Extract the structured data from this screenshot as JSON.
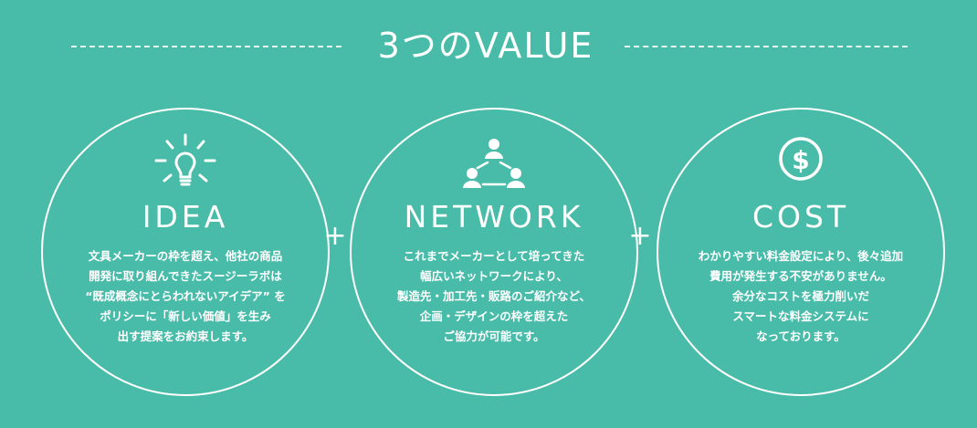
{
  "header": {
    "title": "3つのVALUE"
  },
  "values": [
    {
      "heading": "IDEA",
      "icon": "lightbulb-icon",
      "lines": [
        "文具メーカーの枠を超え、他社の商品",
        "開発に取り組んできたスージーラボは",
        "“既成概念にとらわれないアイデア” を",
        "ポリシーに「新しい価値」を生み",
        "出す提案をお約束します。"
      ]
    },
    {
      "heading": "NETWORK",
      "icon": "network-people-icon",
      "lines": [
        "これまでメーカーとして培ってきた",
        "幅広いネットワークにより、",
        "製造先・加工先・販路のご紹介など、",
        "企画・デザインの枠を超えた",
        "ご協力が可能です。"
      ]
    },
    {
      "heading": "COST",
      "icon": "dollar-coin-icon",
      "lines": [
        "わかりやすい料金設定により、後々追加",
        "費用が発生する不安がありません。",
        "余分なコストを極力削いだ",
        "スマートな料金システムに",
        "なっております。"
      ]
    }
  ],
  "plus_sign": "+",
  "colors": {
    "background": "#49bca9",
    "foreground": "#ffffff"
  }
}
